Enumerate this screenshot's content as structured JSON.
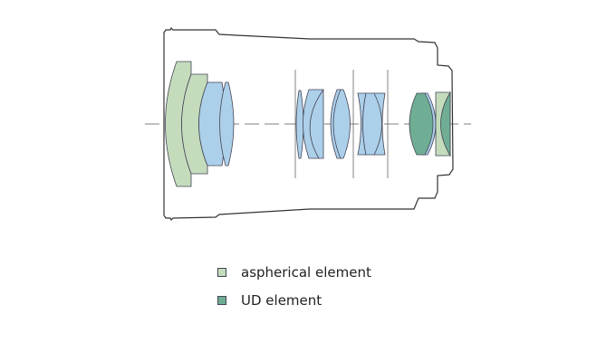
{
  "colors": {
    "aspherical": "#c4dcbc",
    "ud": "#6fae94",
    "standard": "#acd0ea",
    "outline": "#333333"
  },
  "legend": [
    {
      "label": "aspherical element",
      "type": "aspherical"
    },
    {
      "label": "UD element",
      "type": "ud"
    }
  ]
}
